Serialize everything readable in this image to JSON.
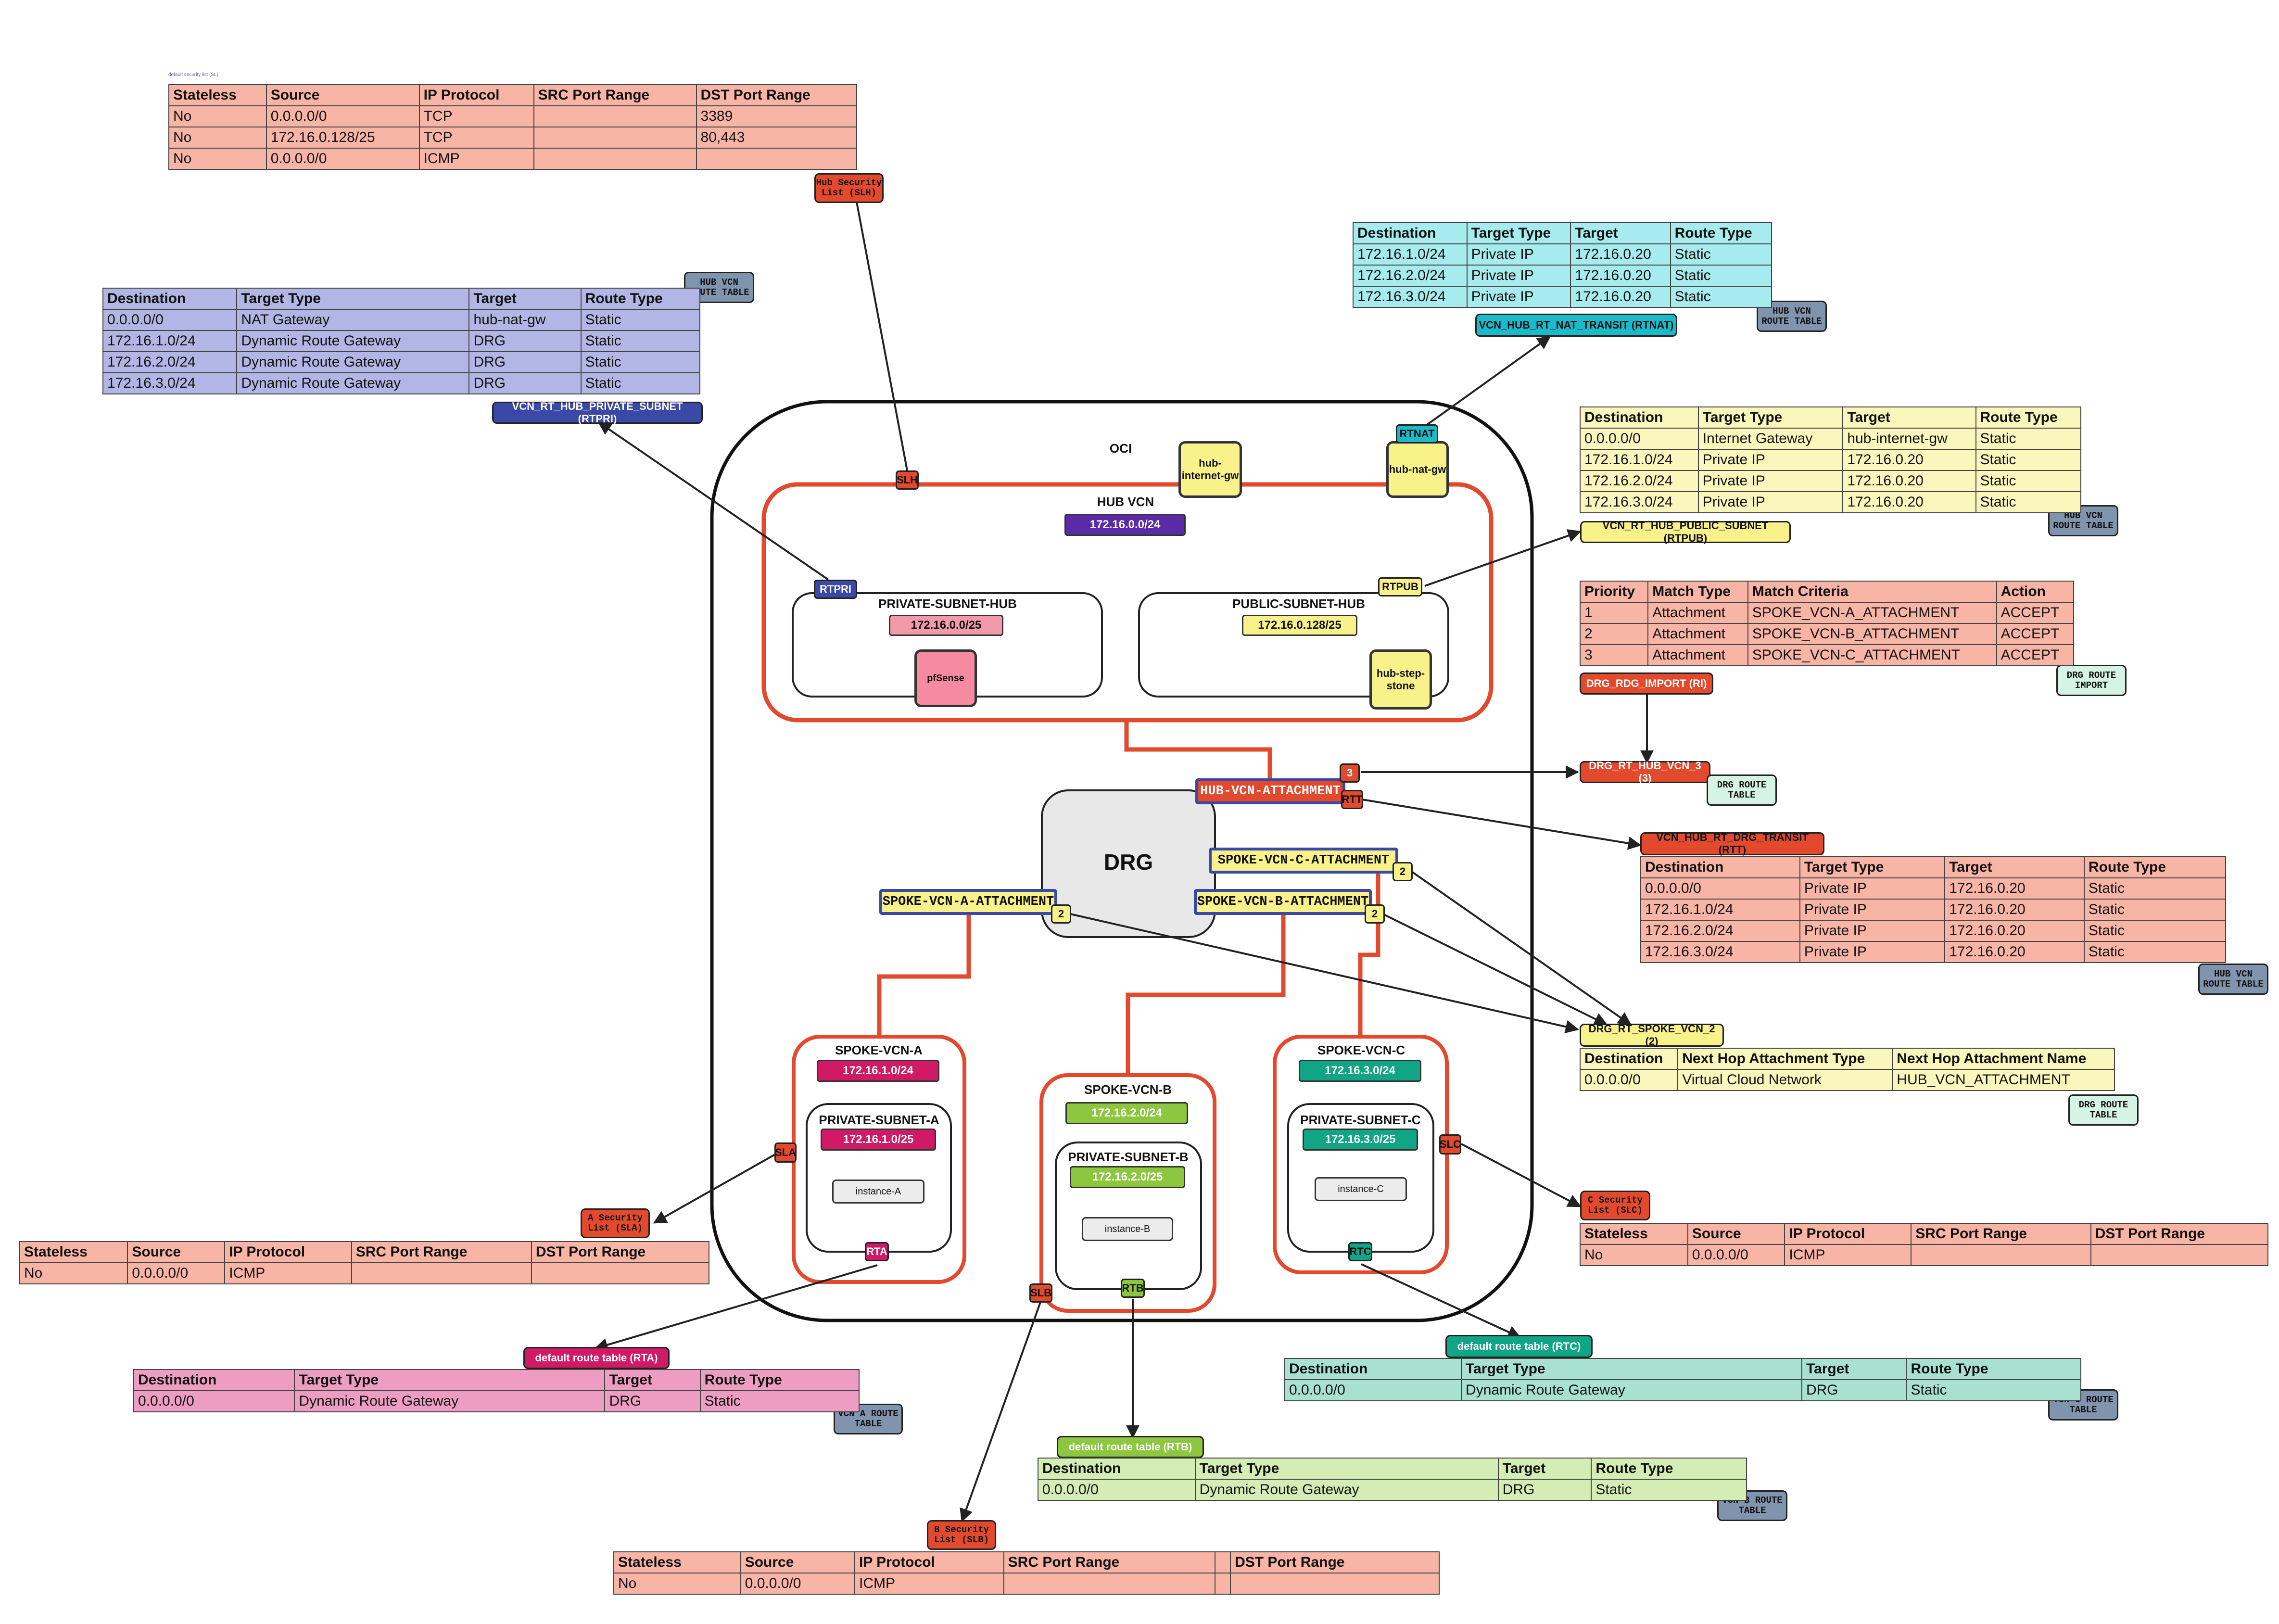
{
  "colors": {
    "red": "#e2492d",
    "hub_purple": "#5b2aa6",
    "spoke_a": "#d01a66",
    "spoke_b": "#8dc63f",
    "spoke_c": "#0fa585",
    "salmon": "#f8b4a4",
    "lavender": "#b2b6e4",
    "cyan": "#a6ebee",
    "yellow": "#faf7bd",
    "pink": "#ee9dc2",
    "mint": "#a8e1d0",
    "lime": "#d4edb5",
    "slate": "#8094ad",
    "drg_mint": "#d5f4e6"
  },
  "diagram": {
    "tiny_caption": "default security list (SL)",
    "oci": "OCI",
    "hub_vcn": {
      "title": "HUB VCN",
      "cidr": "172.16.0.0/24"
    },
    "private_subnet_hub": {
      "title": "PRIVATE-SUBNET-HUB",
      "cidr": "172.16.0.0/25",
      "instance": "pfSense"
    },
    "public_subnet_hub": {
      "title": "PUBLIC-SUBNET-HUB",
      "cidr": "172.16.0.128/25",
      "instance": "hub-step-stone"
    },
    "hub_internet_gw": "hub-internet-gw",
    "hub_nat_gw": "hub-nat-gw",
    "drg": "DRG",
    "spoke_a": {
      "title": "SPOKE-VCN-A",
      "cidr": "172.16.1.0/24",
      "subnet_title": "PRIVATE-SUBNET-A",
      "subnet_cidr": "172.16.1.0/25",
      "instance": "instance-A"
    },
    "spoke_b": {
      "title": "SPOKE-VCN-B",
      "cidr": "172.16.2.0/24",
      "subnet_title": "PRIVATE-SUBNET-B",
      "subnet_cidr": "172.16.2.0/25",
      "instance": "instance-B"
    },
    "spoke_c": {
      "title": "SPOKE-VCN-C",
      "cidr": "172.16.3.0/24",
      "subnet_title": "PRIVATE-SUBNET-C",
      "subnet_cidr": "172.16.3.0/25",
      "instance": "instance-C"
    },
    "attachments": {
      "hub": "HUB-VCN-ATTACHMENT",
      "spoke_a": "SPOKE-VCN-A-ATTACHMENT",
      "spoke_b": "SPOKE-VCN-B-ATTACHMENT",
      "spoke_c": "SPOKE-VCN-C-ATTACHMENT"
    },
    "tags": {
      "slh": "SLH",
      "rtnat": "RTNAT",
      "rtpri": "RTPRI",
      "rtpub": "RTPUB",
      "three": "3",
      "rtt": "RTT",
      "two_c": "2",
      "two_b": "2",
      "two_a": "2",
      "sla": "SLA",
      "rta": "RTA",
      "slb": "SLB",
      "rtb": "RTB",
      "slc": "SLC",
      "rtc": "RTC"
    }
  },
  "labels": {
    "hub_security_list": "Hub Security List (SLH)",
    "hub_vcn_rt_1": "HUB VCN ROUTE TABLE",
    "hub_vcn_rt_2": "HUB VCN ROUTE TABLE",
    "hub_vcn_rt_3": "HUB VCN ROUTE TABLE",
    "hub_vcn_rt_4": "HUB VCN ROUTE TABLE",
    "rtpri_name": "VCN_RT_HUB_PRIVATE_SUBNET (RTPRI)",
    "rtnat_name": "VCN_HUB_RT_NAT_TRANSIT (RTNAT)",
    "rtpub_name": "VCN_RT_HUB_PUBLIC_SUBNET (RTPUB)",
    "rdg_import": "DRG_RDG_IMPORT (RI)",
    "drg_route_import": "DRG ROUTE IMPORT",
    "drg_rt_hub": "DRG_RT_HUB_VCN_3 (3)",
    "drg_route_table_1": "DRG ROUTE TABLE",
    "rtt_name": "VCN_HUB_RT_DRG_TRANSIT (RTT)",
    "drg_rt_spoke": "DRG_RT_SPOKE_VCN_2 (2)",
    "drg_route_table_2": "DRG ROUTE TABLE",
    "a_security_list": "A Security List (SLA)",
    "rta_name": "default route table (RTA)",
    "vcn_a_rt": "VCN A ROUTE TABLE",
    "b_security_list": "B Security List (SLB)",
    "rtb_name": "default route table (RTB)",
    "vcn_b_rt": "VCN B ROUTE TABLE",
    "c_security_list": "C Security List (SLC)",
    "rtc_name": "default route table (RTC)",
    "vcn_c_rt": "VCN C ROUTE TABLE"
  },
  "tables": {
    "slh": {
      "headers": [
        "Stateless",
        "Source",
        "IP Protocol",
        "SRC Port Range",
        "DST Port Range"
      ],
      "rows": [
        [
          "No",
          "0.0.0.0/0",
          "TCP",
          "",
          "3389"
        ],
        [
          "No",
          "172.16.0.128/25",
          "TCP",
          "",
          "80,443"
        ],
        [
          "No",
          "0.0.0.0/0",
          "ICMP",
          "",
          ""
        ]
      ]
    },
    "rtpri": {
      "headers": [
        "Destination",
        "Target Type",
        "Target",
        "Route Type"
      ],
      "rows": [
        [
          "0.0.0.0/0",
          "NAT Gateway",
          "hub-nat-gw",
          "Static"
        ],
        [
          "172.16.1.0/24",
          "Dynamic Route Gateway",
          "DRG",
          "Static"
        ],
        [
          "172.16.2.0/24",
          "Dynamic Route Gateway",
          "DRG",
          "Static"
        ],
        [
          "172.16.3.0/24",
          "Dynamic Route Gateway",
          "DRG",
          "Static"
        ]
      ]
    },
    "rtnat": {
      "headers": [
        "Destination",
        "Target Type",
        "Target",
        "Route Type"
      ],
      "rows": [
        [
          "172.16.1.0/24",
          "Private IP",
          "172.16.0.20",
          "Static"
        ],
        [
          "172.16.2.0/24",
          "Private IP",
          "172.16.0.20",
          "Static"
        ],
        [
          "172.16.3.0/24",
          "Private IP",
          "172.16.0.20",
          "Static"
        ]
      ]
    },
    "rtpub": {
      "headers": [
        "Destination",
        "Target Type",
        "Target",
        "Route Type"
      ],
      "rows": [
        [
          "0.0.0.0/0",
          "Internet Gateway",
          "hub-internet-gw",
          "Static"
        ],
        [
          "172.16.1.0/24",
          "Private IP",
          "172.16.0.20",
          "Static"
        ],
        [
          "172.16.2.0/24",
          "Private IP",
          "172.16.0.20",
          "Static"
        ],
        [
          "172.16.3.0/24",
          "Private IP",
          "172.16.0.20",
          "Static"
        ]
      ]
    },
    "ri": {
      "headers": [
        "Priority",
        "Match Type",
        "Match Criteria",
        "Action"
      ],
      "rows": [
        [
          "1",
          "Attachment",
          "SPOKE_VCN-A_ATTACHMENT",
          "ACCEPT"
        ],
        [
          "2",
          "Attachment",
          "SPOKE_VCN-B_ATTACHMENT",
          "ACCEPT"
        ],
        [
          "3",
          "Attachment",
          "SPOKE_VCN-C_ATTACHMENT",
          "ACCEPT"
        ]
      ]
    },
    "rtt": {
      "headers": [
        "Destination",
        "Target Type",
        "Target",
        "Route Type"
      ],
      "rows": [
        [
          "0.0.0.0/0",
          "Private IP",
          "172.16.0.20",
          "Static"
        ],
        [
          "172.16.1.0/24",
          "Private IP",
          "172.16.0.20",
          "Static"
        ],
        [
          "172.16.2.0/24",
          "Private IP",
          "172.16.0.20",
          "Static"
        ],
        [
          "172.16.3.0/24",
          "Private IP",
          "172.16.0.20",
          "Static"
        ]
      ]
    },
    "spoke": {
      "headers": [
        "Destination",
        "Next Hop Attachment Type",
        "Next Hop Attachment Name"
      ],
      "rows": [
        [
          "0.0.0.0/0",
          "Virtual Cloud Network",
          "HUB_VCN_ATTACHMENT"
        ]
      ]
    },
    "slc": {
      "headers": [
        "Stateless",
        "Source",
        "IP Protocol",
        "SRC Port Range",
        "DST Port Range"
      ],
      "rows": [
        [
          "No",
          "0.0.0.0/0",
          "ICMP",
          "",
          ""
        ]
      ]
    },
    "sla": {
      "headers": [
        "Stateless",
        "Source",
        "IP Protocol",
        "SRC Port Range",
        "DST Port Range"
      ],
      "rows": [
        [
          "No",
          "0.0.0.0/0",
          "ICMP",
          "",
          ""
        ]
      ]
    },
    "rta": {
      "headers": [
        "Destination",
        "Target Type",
        "Target",
        "Route Type"
      ],
      "rows": [
        [
          "0.0.0.0/0",
          "Dynamic Route Gateway",
          "DRG",
          "Static"
        ]
      ]
    },
    "rtc": {
      "headers": [
        "Destination",
        "Target Type",
        "Target",
        "Route Type"
      ],
      "rows": [
        [
          "0.0.0.0/0",
          "Dynamic Route Gateway",
          "DRG",
          "Static"
        ]
      ]
    },
    "rtb": {
      "headers": [
        "Destination",
        "Target Type",
        "Target",
        "Route Type"
      ],
      "rows": [
        [
          "0.0.0.0/0",
          "Dynamic Route Gateway",
          "DRG",
          "Static"
        ]
      ]
    },
    "slb": {
      "headers": [
        "Stateless",
        "Source",
        "IP Protocol",
        "SRC Port Range",
        "",
        "DST Port Range"
      ],
      "rows": [
        [
          "No",
          "0.0.0.0/0",
          "ICMP",
          "",
          "",
          ""
        ]
      ]
    }
  }
}
